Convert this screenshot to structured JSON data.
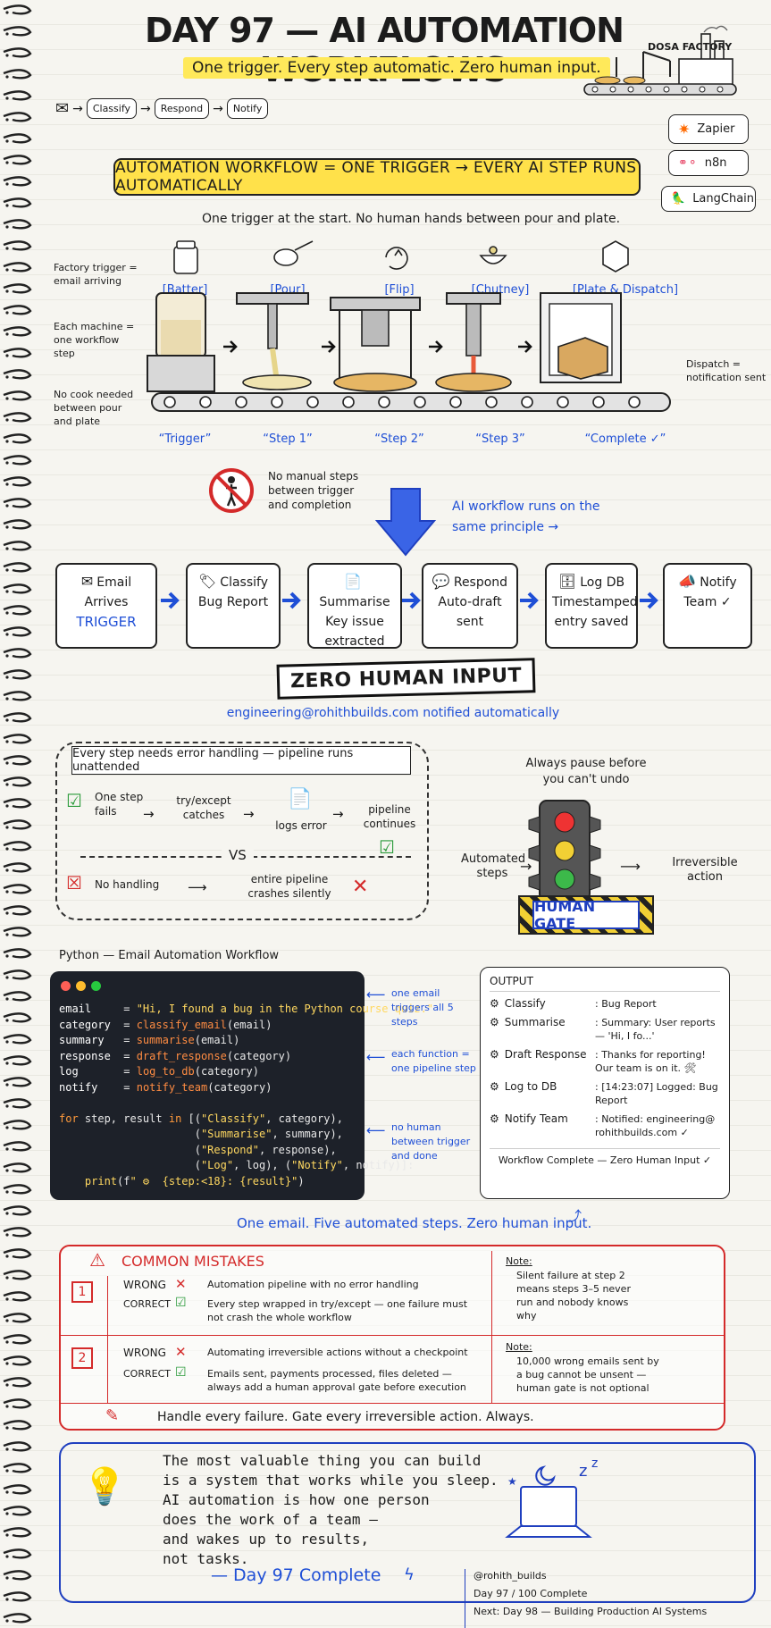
{
  "header": {
    "title": "DAY 97 — AI AUTOMATION WORKFLOWS",
    "subtitle": "One trigger. Every step automatic. Zero human input.",
    "dosa_factory": "DOSA FACTORY"
  },
  "mini_flow": [
    "Classify",
    "Respond",
    "Notify"
  ],
  "tools": [
    "Zapier",
    "n8n",
    "LangChain"
  ],
  "banner": "AUTOMATION WORKFLOW = ONE TRIGGER → EVERY AI STEP RUNS AUTOMATICALLY",
  "trigger_caption": "One trigger at the start. No human hands between pour and plate.",
  "factory": {
    "stages": [
      "[Batter]",
      "[Pour]",
      "[Flip]",
      "[Chutney]",
      "[Plate & Dispatch]"
    ],
    "steps": [
      "“Trigger”",
      "“Step 1”",
      "“Step 2”",
      "“Step 3”",
      "“Complete ✓”"
    ],
    "notes_left": [
      "Factory trigger = email arriving",
      "Each machine = one workflow step",
      "No cook needed between pour and plate"
    ],
    "note_right": "Dispatch = notification sent",
    "no_manual": "No manual steps between trigger and completion",
    "principle": "AI workflow runs on the same principle →"
  },
  "workflow": [
    {
      "l1": "Email",
      "l2": "Arrives",
      "l3": "TRIGGER"
    },
    {
      "l1": "Classify",
      "l2": "Bug Report",
      "l3": ""
    },
    {
      "l1": "Summarise",
      "l2": "Key issue",
      "l3": "extracted"
    },
    {
      "l1": "Respond",
      "l2": "Auto-draft",
      "l3": "sent"
    },
    {
      "l1": "Log DB",
      "l2": "Timestamped",
      "l3": "entry saved"
    },
    {
      "l1": "Notify",
      "l2": "Team ✓",
      "l3": ""
    }
  ],
  "zero_human": "ZERO HUMAN INPUT",
  "notified": "engineering@rohithbuilds.com  notified  automatically",
  "error_handling": {
    "title": "Every step needs error handling — pipeline runs unattended",
    "good": [
      "One step fails",
      "try/except catches",
      "logs error",
      "pipeline continues"
    ],
    "vs": "VS",
    "bad": [
      "No handling",
      "entire pipeline crashes silently"
    ]
  },
  "gate": {
    "caption": "Always pause before you can't undo",
    "left": "Automated steps",
    "right": "Irreversible action",
    "label": "HUMAN GATE"
  },
  "code": {
    "title": "Python — Email Automation Workflow",
    "annotations": [
      "one email triggers all 5 steps",
      "each function = one pipeline step",
      "no human between trigger and done"
    ]
  },
  "output": {
    "title": "OUTPUT",
    "rows": [
      {
        "k": "Classify",
        "v": ": Bug Report"
      },
      {
        "k": "Summarise",
        "v": ": Summary: User reports — 'Hi, I fo...'"
      },
      {
        "k": "Draft Response",
        "v": ": Thanks for reporting! Our team is on it. 🛠"
      },
      {
        "k": "Log to DB",
        "v": ": [14:23:07] Logged: Bug Report"
      },
      {
        "k": "Notify Team",
        "v": ": Notified: engineering@ rohithbuilds.com ✓"
      }
    ],
    "footer": "Workflow Complete — Zero Human Input ✓"
  },
  "one_email": "One email. Five automated steps. Zero human input.",
  "mistakes": {
    "title": "COMMON MISTAKES",
    "items": [
      {
        "num": "1",
        "wrong": "Automation pipeline with no error handling",
        "correct": "Every step wrapped in try/except — one failure must not crash the whole workflow",
        "note": "Silent failure at step 2 means steps 3–5 never run and nobody knows why"
      },
      {
        "num": "2",
        "wrong": "Automating irreversible actions without a checkpoint",
        "correct": "Emails sent, payments processed, files deleted — always add a human approval gate before execution",
        "note": "10,000 wrong emails sent by a bug cannot be unsent — human gate is not optional"
      }
    ],
    "wrong_label": "WRONG",
    "correct_label": "CORRECT",
    "note_label": "Note:",
    "footer": "Handle every failure. Gate every irreversible action. Always."
  },
  "closing": {
    "quote": [
      "The most valuable thing you can build",
      "is a system that works while you sleep.",
      "AI automation is how one person",
      "does the work of a team —",
      "and wakes up to results,",
      "not tasks."
    ],
    "complete": "— Day 97 Complete",
    "handle": "@rohith_builds",
    "progress": "Day 97 / 100 Complete",
    "next": "Next: Day 98 — Building Production AI Systems"
  }
}
